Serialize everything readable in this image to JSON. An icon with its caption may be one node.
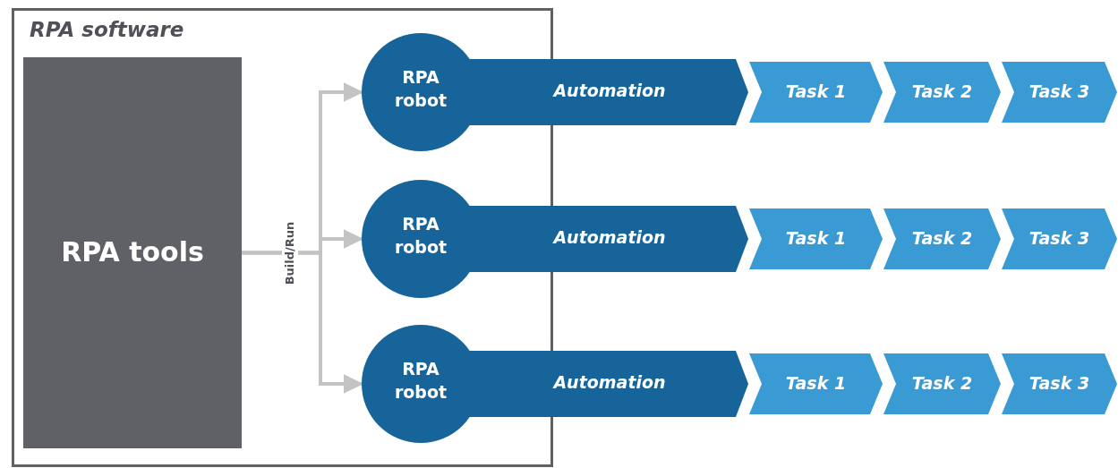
{
  "diagram": {
    "nodes": [
      {
        "text": [
          "RPA software"
        ]
      },
      {
        "text": [
          "RPA tools"
        ],
        "in": 0
      },
      {
        "text": [
          "RPA robot"
        ],
        "in": 0
      },
      {
        "text": [
          "Automation"
        ]
      },
      {
        "text": [
          "Task 1"
        ]
      },
      {
        "text": [
          "Task 2"
        ]
      },
      {
        "text": [
          "Task 3"
        ]
      },
      {
        "text": [
          "RPA robot"
        ],
        "in": 0
      },
      {
        "text": [
          "Automation"
        ]
      },
      {
        "text": [
          "Task 1"
        ]
      },
      {
        "text": [
          "Task 2"
        ]
      },
      {
        "text": [
          "Task 3"
        ]
      },
      {
        "text": [
          "RPA robot"
        ],
        "in": 0
      },
      {
        "text": [
          "Automation"
        ]
      },
      {
        "text": [
          "Task 1"
        ]
      },
      {
        "text": [
          "Task 2"
        ]
      },
      {
        "text": [
          "Task 3"
        ]
      }
    ],
    "edges": [
      {
        "from": 1,
        "to": 2,
        "arrow": "to"
      },
      {
        "from": 1,
        "to": 7,
        "arrow": "to",
        "label": "Build/Run"
      },
      {
        "from": 1,
        "to": 12,
        "arrow": "to"
      }
    ]
  }
}
